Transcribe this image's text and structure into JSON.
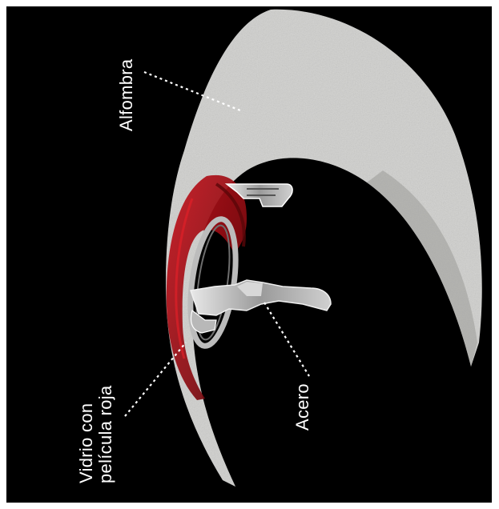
{
  "labels": {
    "alfombra": "Alfombra",
    "acero": "Acero",
    "vidrio_line1": "Vidrio con",
    "vidrio_line2": "película roja"
  },
  "colors": {
    "background": "#000000",
    "carpet": "#d2d2d0",
    "glass_film": "#a01018",
    "steel": "#bfbfbf",
    "text": "#ffffff"
  }
}
